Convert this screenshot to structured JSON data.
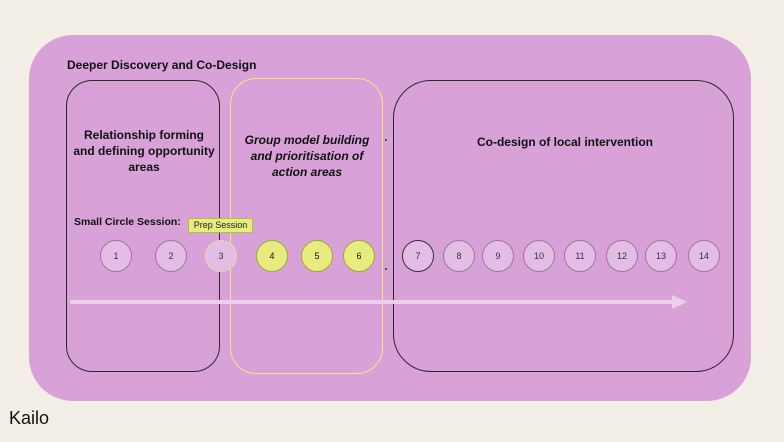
{
  "heading": "Deeper Discovery and Co-Design",
  "phases": [
    {
      "title": "Relationship forming and defining opportunity areas"
    },
    {
      "title": "Group model building and prioritisation of action areas"
    },
    {
      "title": "Co-design of local intervention"
    }
  ],
  "small_circle_label": "Small Circle Session:",
  "prep_label": "Prep Session",
  "sessions": [
    "1",
    "2",
    "3",
    "4",
    "5",
    "6",
    "7",
    "8",
    "9",
    "10",
    "11",
    "12",
    "13",
    "14"
  ],
  "colors": {
    "panel": "#d8a2d8",
    "highlight": "#e6ed7e",
    "arrow": "#ead0ea"
  },
  "logo": "Kailo"
}
